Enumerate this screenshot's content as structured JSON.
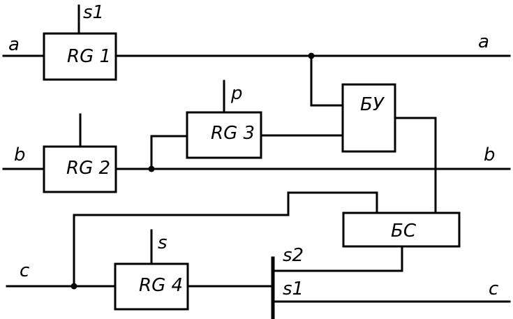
{
  "blocks": {
    "rg1": "RG 1",
    "rg2": "RG 2",
    "rg3": "RG 3",
    "rg4": "RG 4",
    "bu": "БУ",
    "bs": "БС"
  },
  "signals": {
    "a_in": "a",
    "a_out": "a",
    "b_in": "b",
    "b_out": "b",
    "c_in": "c",
    "c_out": "c",
    "s1_top": "s1",
    "p": "p",
    "s": "s",
    "s2_bus": "s2",
    "s1_bus": "s1"
  }
}
